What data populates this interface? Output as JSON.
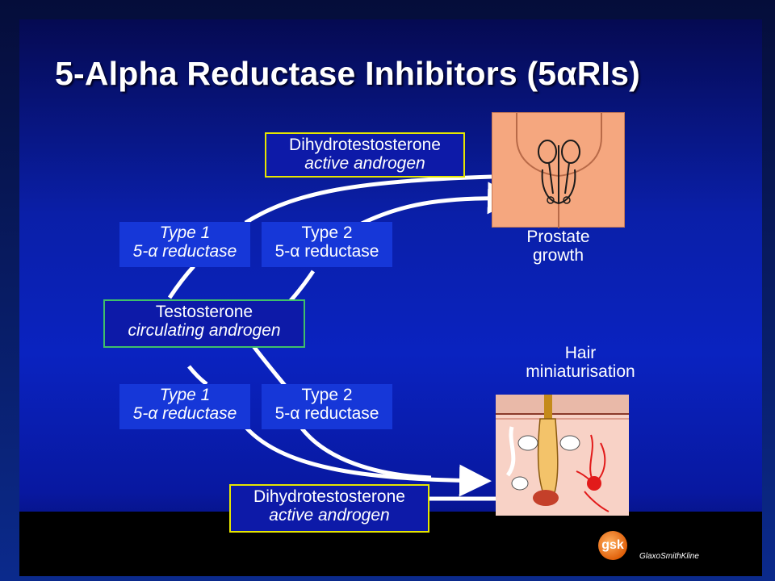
{
  "slide": {
    "title": "5-Alpha Reductase Inhibitors (5αRIs)"
  },
  "diagram": {
    "dht_top": {
      "line1": "Dihydrotestosterone",
      "line2": "active androgen"
    },
    "type1_top": {
      "line1": "Type 1",
      "line2": "5-α reductase"
    },
    "type2_top": {
      "line1": "Type 2",
      "line2": "5-α reductase"
    },
    "testosterone": {
      "line1": "Testosterone",
      "line2": "circulating androgen"
    },
    "type1_bottom": {
      "line1": "Type 1",
      "line2": "5-α reductase"
    },
    "type2_bottom": {
      "line1": "Type 2",
      "line2": "5-α reductase"
    },
    "dht_bottom": {
      "line1": "Dihydrotestosterone",
      "line2": "active androgen"
    },
    "prostate_label": {
      "line1": "Prostate",
      "line2": "growth"
    },
    "hair_label": {
      "line1": "Hair",
      "line2": "miniaturisation"
    }
  },
  "logo": {
    "mark": "gsk",
    "text": "GlaxoSmithKline"
  },
  "colors": {
    "accent_yellow": "#e6e600",
    "accent_green": "#3fbf6a",
    "box_blue": "#1637d8",
    "prostate": "#f5a77f",
    "logo_orange": "#f07a1a"
  }
}
